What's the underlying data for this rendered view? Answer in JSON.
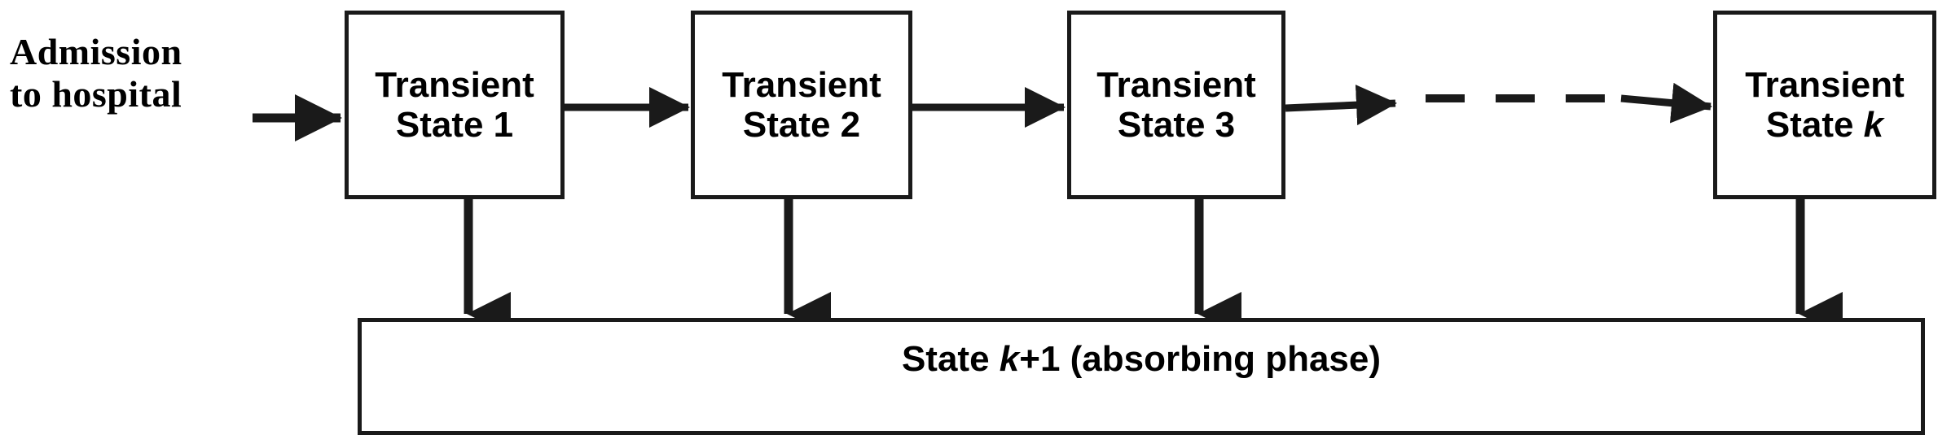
{
  "diagram": {
    "title": "Phase-type Markov state transition diagram",
    "background_color": "#ffffff",
    "line_color": "#1a1a1a"
  },
  "entry": {
    "label": "Admission\nto hospital",
    "arrow_name": "admission-entry-arrow"
  },
  "states": [
    {
      "id": "state-1",
      "label": "Transient\nState 1",
      "label_line1": "Transient",
      "label_line2": "State 1",
      "italic_suffix": ""
    },
    {
      "id": "state-2",
      "label": "Transient\nState 2",
      "label_line1": "Transient",
      "label_line2": "State 2",
      "italic_suffix": ""
    },
    {
      "id": "state-3",
      "label": "Transient\nState 3",
      "label_line1": "Transient",
      "label_line2": "State 3",
      "italic_suffix": ""
    },
    {
      "id": "state-k",
      "label": "Transient\nState k",
      "label_line1": "Transient",
      "label_line2": "State ",
      "italic_suffix": "k"
    }
  ],
  "transitions": {
    "solid_labels": [
      "state-1 to state-2",
      "state-2 to state-3",
      "state-3 to continuation"
    ],
    "dashed_label": "continuation to state-k",
    "dashed_style": "dashed",
    "absorbing_labels": [
      "state-1 to absorbing",
      "state-2 to absorbing",
      "state-3 to absorbing",
      "state-k to absorbing"
    ]
  },
  "absorbing": {
    "prefix": "State ",
    "italic": "k",
    "suffix": "+1 (absorbing phase)",
    "full_label": "State k+1 (absorbing phase)"
  }
}
